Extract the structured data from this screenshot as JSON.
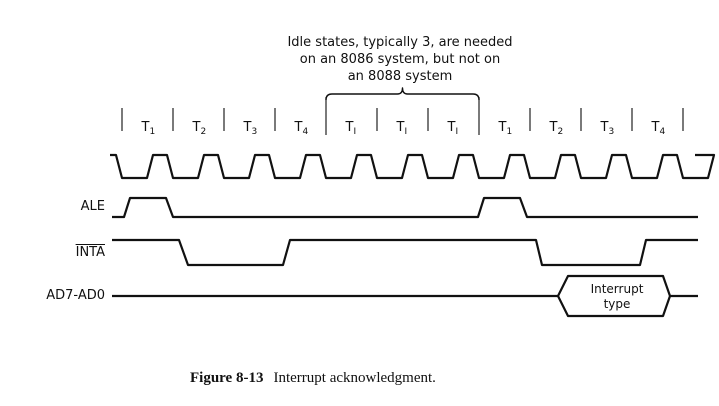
{
  "annotation": {
    "lines": [
      "Idle states, typically 3, are needed",
      "on an 8086 system, but not on",
      "an 8088 system"
    ]
  },
  "t_states": [
    {
      "base": "T",
      "sub": "1"
    },
    {
      "base": "T",
      "sub": "2"
    },
    {
      "base": "T",
      "sub": "3"
    },
    {
      "base": "T",
      "sub": "4"
    },
    {
      "base": "T",
      "sub": "I"
    },
    {
      "base": "T",
      "sub": "I"
    },
    {
      "base": "T",
      "sub": "I"
    },
    {
      "base": "T",
      "sub": "1"
    },
    {
      "base": "T",
      "sub": "2"
    },
    {
      "base": "T",
      "sub": "3"
    },
    {
      "base": "T",
      "sub": "4"
    }
  ],
  "signals": {
    "ale": "ALE",
    "inta": "INTA",
    "ad": "AD7-AD0"
  },
  "data_box": {
    "line1": "Interrupt",
    "line2": "type"
  },
  "caption": {
    "number": "Figure 8-13",
    "text": "Interrupt acknowledgment."
  }
}
